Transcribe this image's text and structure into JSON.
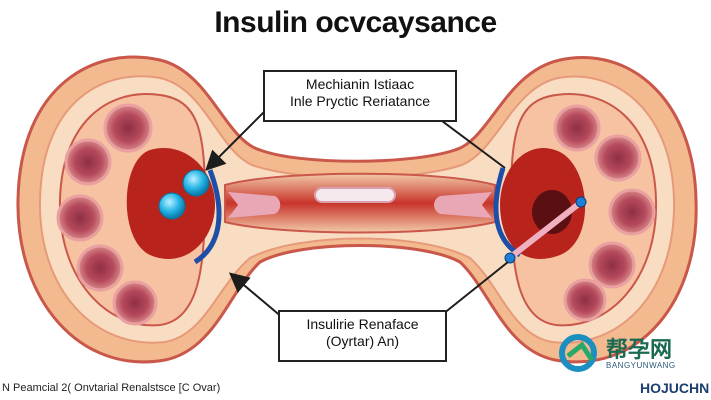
{
  "title": "Insulin ocvcaysance",
  "labels": {
    "top_box_line1": "Mechianin Istiaac",
    "top_box_line2": "Inle Pryctic Reriatance",
    "bottom_box_line1": "Insulirie Renaface",
    "bottom_box_line2": "(Oyrtar) An)"
  },
  "footer": {
    "left": "N Peamcial 2( Onvtarial Renalstsce [C Ovar)",
    "right": "HOJUCHN"
  },
  "watermark": {
    "cn": "帮孕网",
    "en": "BANGYUNWANG"
  },
  "colors": {
    "outer_tissue": "#f3b98f",
    "outer_stroke": "#c9574a",
    "inner_tissue": "#f9ddc2",
    "cortex_red": "#b8231c",
    "follicle_fill": "#b5495c",
    "follicle_core": "#7a2a3a",
    "cyan_dot": "#27b6e6",
    "blue_band": "#1e4fa8"
  }
}
